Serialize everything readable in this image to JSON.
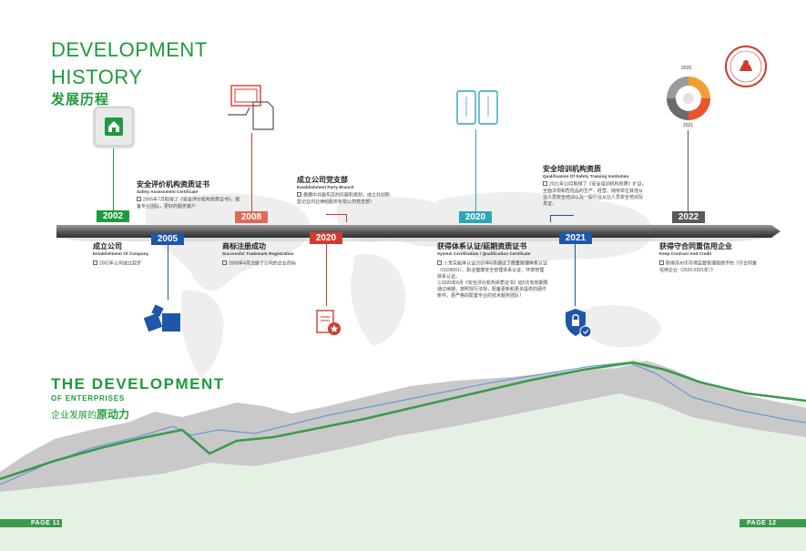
{
  "title": {
    "en_line1": "DEVELOPMENT",
    "en_line2": "HISTORY",
    "cn": "发展历程"
  },
  "colors": {
    "green": "#1f9a3c",
    "blue": "#1e56a8",
    "red": "#d23b2f",
    "teal": "#2ca6b8",
    "gray": "#5a5a5a"
  },
  "milestones": [
    {
      "year": "2002",
      "heading": "成立公司",
      "sub": "Establishment Of Company",
      "body": "2002年公司成立起步"
    },
    {
      "year": "2005",
      "heading": "安全评价机构资质证书",
      "sub": "Safety Assessment Certificate",
      "body": "2005年7月取得了《安全评价机构资质证书》，配备专业团队，更好的服务客户"
    },
    {
      "year": "2008",
      "heading": "商标注册成功",
      "sub": "Successful Trademark Registration",
      "body": "2008年4月注册了公司的企业商标"
    },
    {
      "year": "2020",
      "heading": "成立公司党支部",
      "sub": "Establishment Party Branch",
      "body": "根据中共鼓东区的历届和规划，成立共创新型记业鸿业律组服务有限公司党支部！"
    },
    {
      "year": "2020",
      "heading": "获得体系认证/延期资质证书",
      "sub": "System Certification / Qualification Certificate",
      "body_1": "①贵实能体认证2020年6月通过了质量管理体系认证（ISO9001）、职业健康安全管理体系认证、环境管理体系认证。",
      "body_2": "②2020年6月《安全评价机构资质证书》延5次有效期限通过续期，按照现行法规，配备更新和更多提供的硬件条件，更严格的配置专业的技术服务团队！"
    },
    {
      "year": "2021",
      "heading": "安全培训机构资质",
      "sub": "Qualification Of Safety Training Institution",
      "body": "2021年10月取得了《安全培训机构资质》扩证，全面法规和危险品的生产、经营、储存单位其他从业人员安全培训以及一般行业从业人员安全培训及发证。"
    },
    {
      "year": "2022",
      "heading": "获得守合同重信用企业",
      "sub": "Keep Contract And Credit",
      "body": "取得苏州市市场监督管理局颁予的《守合同重信用企业（2020-2021年）》"
    }
  ],
  "cycle_icon": {
    "top_label": "2020",
    "bottom_label": "2021"
  },
  "bottom_title": {
    "en_line1": "THE  DEVELOPMENT",
    "en_line2": "OF  ENTERPRISES",
    "cn_prefix": "企业发展的",
    "cn_emph": "原动力"
  },
  "pages": {
    "left": "PAGE  11",
    "right": "PAGE  12"
  }
}
